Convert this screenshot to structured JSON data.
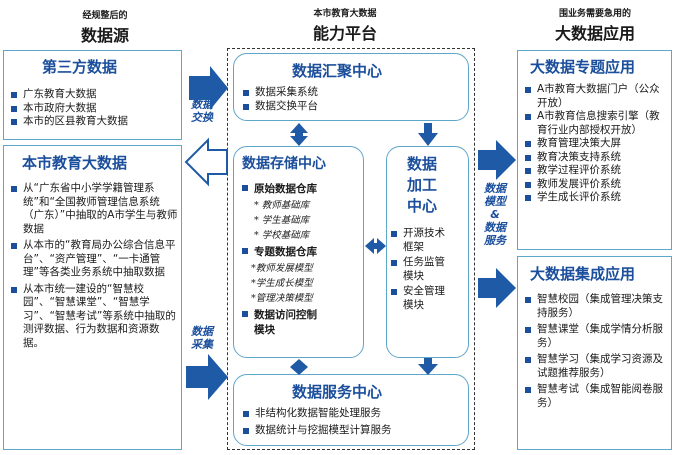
{
  "headers": {
    "left_small": "经规整后的",
    "left_big": "数据源",
    "mid_small": "本市教育大数据",
    "mid_big": "能力平台",
    "right_small": "围业务需要急用的",
    "right_big": "大数据应用"
  },
  "third_party": {
    "title": "第三方数据",
    "items": [
      "广东教育大数据",
      "本市政府大数据",
      "本市的区县教育大数据"
    ]
  },
  "city_data": {
    "title": "本市教育大数据",
    "items": [
      "从“广东省中小学学籍管理系统”和“全国教师管理信息系统（广东）”中抽取的A市学生与教师数据",
      "从本市的“教育局办公综合信息平台”、“资产管理”、“一卡通管理”等各类业务系统中抽取数据",
      "从本市统一建设的“智慧校园”、“智慧课堂”、“智慧学习”、“智慧考试”等系统中抽取的测评数据、行为数据和资源数据。"
    ]
  },
  "convergence": {
    "title": "数据汇聚中心",
    "items": [
      "数据采集系统",
      "数据交换平台"
    ]
  },
  "storage": {
    "title": "数据存储中心",
    "raw_db": "原始数据仓库",
    "raw_subs": [
      "* 教师基础库",
      "* 学生基础库",
      "* 学校基础库"
    ],
    "topic_db": "专题数据仓库",
    "topic_subs": [
      "*教师发展模型",
      "*学生成长模型",
      "*管理决策模型"
    ],
    "access": "数据访问控制",
    "access2": "模块"
  },
  "processing": {
    "title": [
      "数据",
      "加工",
      "中心"
    ],
    "items": [
      "开源技术框架",
      "任务监管模块",
      "安全管理模块"
    ]
  },
  "service": {
    "title": "数据服务中心",
    "items": [
      "非结构化数据智能处理服务",
      "数据统计与挖掘模型计算服务"
    ]
  },
  "topic_apps": {
    "title": "大数据专题应用",
    "items": [
      "A市教育大数据门户（公众开放）",
      "A市教育信息搜索引擎（教育行业内部授权开放）",
      "教育管理决策大屏",
      "教育决策支持系统",
      "教学过程评价系统",
      "教师发展评价系统",
      "学生成长评价系统"
    ]
  },
  "integrated_apps": {
    "title": "大数据集成应用",
    "items": [
      "智慧校园（集成管理决策支持服务）",
      "智慧课堂（集成学情分析服务）",
      "智慧学习（集成学习资源及试题推荐服务）",
      "智慧考试（集成智能阅卷服务）"
    ]
  },
  "labels": {
    "exchange": [
      "数据",
      "交换"
    ],
    "collect": [
      "数据",
      "采集"
    ],
    "model": [
      "数据",
      "模型",
      "&",
      "数据",
      "服务"
    ]
  },
  "colors": {
    "arrow": "#1f5aa6",
    "border": "#5fa7c9",
    "title": "#1b4f9c"
  }
}
